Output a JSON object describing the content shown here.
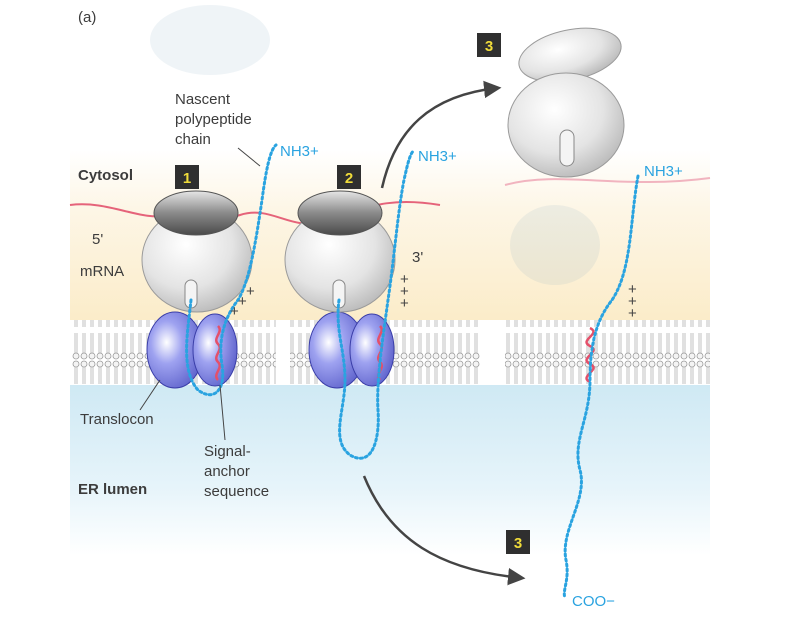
{
  "panel_label": "(a)",
  "labels": {
    "nascent": [
      "Nascent",
      "polypeptide",
      "chain"
    ],
    "cytosol": "Cytosol",
    "five_prime": "5'",
    "three_prime": "3'",
    "mrna": "mRNA",
    "translocon": "Translocon",
    "signal_anchor": [
      "Signal-",
      "anchor",
      "sequence"
    ],
    "er_lumen": "ER lumen",
    "nh3": "NH3+",
    "coo": "COO−"
  },
  "steps": [
    "1",
    "2",
    "3",
    "3"
  ],
  "charges": "+",
  "colors": {
    "chain": "#2aa3e0",
    "mrna": "#e5637a",
    "translocon": "#6a6ed8",
    "signal_anchor": "#e4506a",
    "cytosol_bg": "#fdf3dc",
    "lumen_bg": "#dff1f8",
    "ribosome": "#e8e8e8",
    "ribosome_cap": "#555555",
    "arrow": "#444444",
    "step_box": "#2f2f2f",
    "step_number": "#f0dc3a"
  }
}
